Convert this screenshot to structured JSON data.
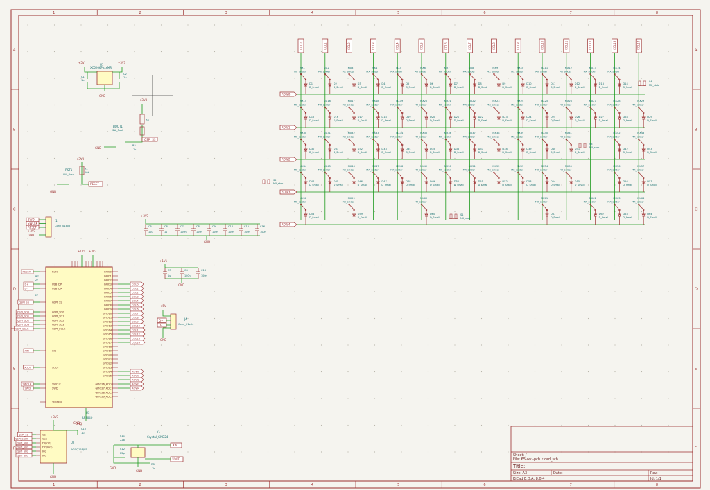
{
  "sheet": {
    "col_numbers": [
      "1",
      "2",
      "3",
      "4",
      "5",
      "6",
      "7",
      "8"
    ],
    "row_letters": [
      "A",
      "B",
      "C",
      "D",
      "E",
      "F"
    ]
  },
  "title_block": {
    "sheet_line": "Sheet: /",
    "file_line": "File: 65-wki-pcb.kicad_sch",
    "title_label": "Title:",
    "size_label": "Size: A3",
    "date_label": "Date:",
    "rev_label": "Rev:",
    "tool_label": "KiCad E.D.A. 8.0.4",
    "id_label": "Id: 1/1"
  },
  "matrix": {
    "columns": [
      "COL0",
      "COL1",
      "COL2",
      "COL3",
      "COL4",
      "COL5",
      "COL6",
      "COL7",
      "COL8",
      "COL9",
      "COL10",
      "COL11",
      "COL12",
      "COL13",
      "COL14"
    ],
    "rows": [
      "ROW0",
      "ROW1",
      "ROW2",
      "ROW3",
      "ROW4"
    ],
    "switch_value": "MX_solder",
    "diode_value": "D_Small",
    "switches_row0": [
      "MX1",
      "MX2",
      "MX3",
      "MX4",
      "MX5",
      "MX6",
      "MX7",
      "MX8",
      "MX9",
      "MX10",
      "MX11",
      "MX12",
      "MX13",
      "MX14"
    ],
    "switches_row1": [
      "MX15",
      "MX16",
      "MX17",
      "MX18",
      "MX19",
      "MX20",
      "MX21",
      "MX22",
      "MX23",
      "MX24",
      "MX25",
      "MX26",
      "MX27",
      "MX28",
      "MX29"
    ],
    "switches_row2": [
      "MX30",
      "MX31",
      "MX32",
      "MX33",
      "MX34",
      "MX35",
      "MX36",
      "MX37",
      "MX38",
      "MX39",
      "MX40",
      "MX41",
      "MX42",
      "MX43"
    ],
    "switches_row3": [
      "MX44",
      "MX45",
      "MX46",
      "MX47",
      "MX48",
      "MX49",
      "MX50",
      "MX51",
      "MX52",
      "MX53",
      "MX54",
      "MX55",
      "MX56",
      "MX57"
    ],
    "switches_row4": [
      "MX58",
      "MX59",
      "MX60",
      "MX61",
      "MX62",
      "MX63",
      "MX64"
    ],
    "diodes_row0": [
      "D1",
      "D2",
      "D3",
      "D4",
      "D5",
      "D6",
      "D7",
      "D8",
      "D9",
      "D10",
      "D11",
      "D12",
      "D13",
      "D14"
    ],
    "diodes_row1": [
      "D15",
      "D16",
      "D17",
      "D18",
      "D19",
      "D20",
      "D21",
      "D22",
      "D23",
      "D24",
      "D25",
      "D26",
      "D27",
      "D28",
      "D29"
    ],
    "diodes_row2": [
      "D30",
      "D31",
      "D32",
      "D33",
      "D34",
      "D35",
      "D36",
      "D37",
      "D38",
      "D39",
      "D40",
      "D41",
      "D42",
      "D43"
    ],
    "diodes_row3": [
      "D44",
      "D45",
      "D46",
      "D47",
      "D48",
      "D49",
      "D50",
      "D51",
      "D52",
      "D53",
      "D54",
      "D55",
      "D56",
      "D57"
    ],
    "diodes_row4": [
      "D58",
      "D59",
      "D60",
      "D61",
      "D62",
      "D63",
      "D64"
    ],
    "stabs": [
      {
        "ref": "S1",
        "value": "MX_stab"
      },
      {
        "ref": "S2",
        "value": "MX_stab"
      },
      {
        "ref": "S3",
        "value": "MX_stab"
      },
      {
        "ref": "S4",
        "value": "MX_stab"
      }
    ]
  },
  "regulator": {
    "ref": "U1",
    "value": "XC6206PxxxMR",
    "vin_label": "+5V",
    "vout_label": "+3V3",
    "gnd_label": "GND",
    "caps": [
      {
        "ref": "C1",
        "value": "1u"
      },
      {
        "ref": "C2",
        "value": "1u"
      }
    ]
  },
  "bootsel": {
    "ref": "BOOT1",
    "value": "SW_Push",
    "res_ref": "R5",
    "res_value": "1k",
    "res_top_ref": "R4",
    "rail": "+3V3",
    "net": "QSPI_SS",
    "gnd": "GND"
  },
  "reset": {
    "ref": "RST1",
    "value": "SW_Push",
    "res_ref": "R1",
    "res_value": "10k",
    "rail": "+3V3",
    "net": "RESET",
    "gnd": "GND"
  },
  "swd_header": {
    "ref": "J1",
    "value": "Conn_01x05",
    "pins": [
      "SWD",
      "SWCLK",
      "RESET",
      "+3V3",
      "GND"
    ]
  },
  "decoupling": {
    "rail": "+3V3",
    "gnd": "GND",
    "caps": [
      {
        "ref": "C5",
        "value": "10u"
      },
      {
        "ref": "C6",
        "value": "1u"
      },
      {
        "ref": "C7",
        "value": "100n"
      },
      {
        "ref": "C8",
        "value": "100n"
      },
      {
        "ref": "C9",
        "value": "100n"
      },
      {
        "ref": "C14",
        "value": "100n"
      },
      {
        "ref": "C15",
        "value": "100n"
      },
      {
        "ref": "C16",
        "value": "100n"
      }
    ]
  },
  "vreg_caps": {
    "rail": "+1V1",
    "gnd": "GND",
    "caps": [
      {
        "ref": "C3",
        "value": "1u"
      },
      {
        "ref": "C4",
        "value": "100n"
      },
      {
        "ref": "C13",
        "value": "100n"
      }
    ]
  },
  "usb_header": {
    "ref": "J4",
    "value": "Conn_01x04",
    "rail": "+5V",
    "gnd": "GND",
    "pins": [
      "D+",
      "D-"
    ]
  },
  "mcu": {
    "ref": "U3",
    "value": "RP2040",
    "top_pins": [
      "+1V1",
      "+3V3"
    ],
    "left_pins": [
      "RUN",
      "USB_DP",
      "USB_DM",
      "QSPI_SS",
      "QSPI_SD0",
      "QSPI_SD1",
      "QSPI_SD2",
      "QSPI_SD3",
      "QSPI_SCLK",
      "XIN",
      "XOUT",
      "SWCLK",
      "SWD",
      "TESTEN"
    ],
    "left_nets": [
      "RESET",
      "D+",
      "D-",
      "QSPI_SS",
      "QSPI_SD0",
      "QSPI_SD1",
      "QSPI_SD2",
      "QSPI_SD3",
      "QSPI_SCLK",
      "XIN",
      "XOUT",
      "SWCLK",
      "SWD"
    ],
    "right_pins": [
      "GPIO0",
      "GPIO1",
      "GPIO2",
      "GPIO3",
      "GPIO4",
      "GPIO5",
      "GPIO6",
      "GPIO7",
      "GPIO8",
      "GPIO9",
      "GPIO10",
      "GPIO11",
      "GPIO12",
      "GPIO13",
      "GPIO14",
      "GPIO15",
      "GPIO16",
      "GPIO17",
      "GPIO18",
      "GPIO19",
      "GPIO20",
      "GPIO21",
      "GPIO22",
      "GPIO23",
      "GPIO24",
      "GPIO25",
      "GPIO26_ADC0",
      "GPIO27_ADC1",
      "GPIO28_ADC2",
      "GPIO29_ADC3"
    ],
    "right_nets": [
      "COL0",
      "COL1",
      "COL2",
      "COL3",
      "COL4",
      "COL5",
      "COL6",
      "COL7",
      "COL8",
      "COL9",
      "COL10",
      "COL11",
      "COL12",
      "COL13",
      "COL14",
      "ROW0",
      "ROW1",
      "ROW2",
      "ROW3",
      "ROW4"
    ],
    "gnd": "GND",
    "res_ref": "R7",
    "res_values": [
      "27",
      "27"
    ]
  },
  "flash": {
    "ref": "U2",
    "value": "W25Q128JVS",
    "rail": "+3V3",
    "cap_ref": "C10",
    "cap_value": "1u",
    "gnd": "GND",
    "pins": [
      "CS",
      "CLK",
      "DI(IO0)",
      "DO(IO1)",
      "IO2",
      "IO3"
    ],
    "nets": [
      "QSPI_SS",
      "QSPI_SCLK",
      "QSPI_SD0",
      "QSPI_SD1",
      "QSPI_SD2",
      "QSPI_SD3"
    ]
  },
  "crystal": {
    "ref": "Y1",
    "value": "Crystal_GND24",
    "caps": [
      {
        "ref": "C11",
        "value": "22p"
      },
      {
        "ref": "C12",
        "value": "22p"
      }
    ],
    "res_ref": "R8",
    "res_value": "1k",
    "xin": "XIN",
    "xout": "XOUT",
    "gnd": "GND"
  }
}
